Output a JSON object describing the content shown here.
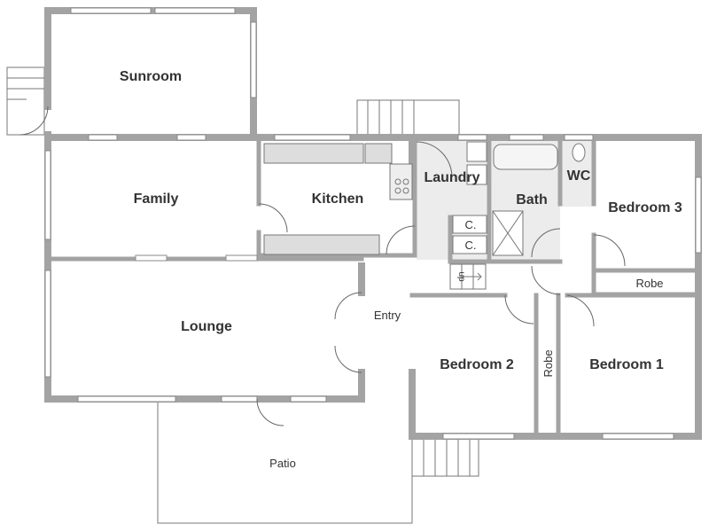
{
  "floor_plan": {
    "rooms": {
      "sunroom": "Sunroom",
      "family": "Family",
      "kitchen": "Kitchen",
      "laundry": "Laundry",
      "bath": "Bath",
      "wc": "WC",
      "bedroom3": "Bedroom 3",
      "robe3": "Robe",
      "cupboard1": "C.",
      "cupboard2": "C.",
      "stairs_up": "up",
      "entry": "Entry",
      "lounge": "Lounge",
      "bedroom2": "Bedroom 2",
      "robe1": "Robe",
      "bedroom1": "Bedroom 1",
      "patio": "Patio"
    },
    "colors": {
      "wall": "#a3a3a3",
      "wet_area": "#ececec"
    }
  }
}
